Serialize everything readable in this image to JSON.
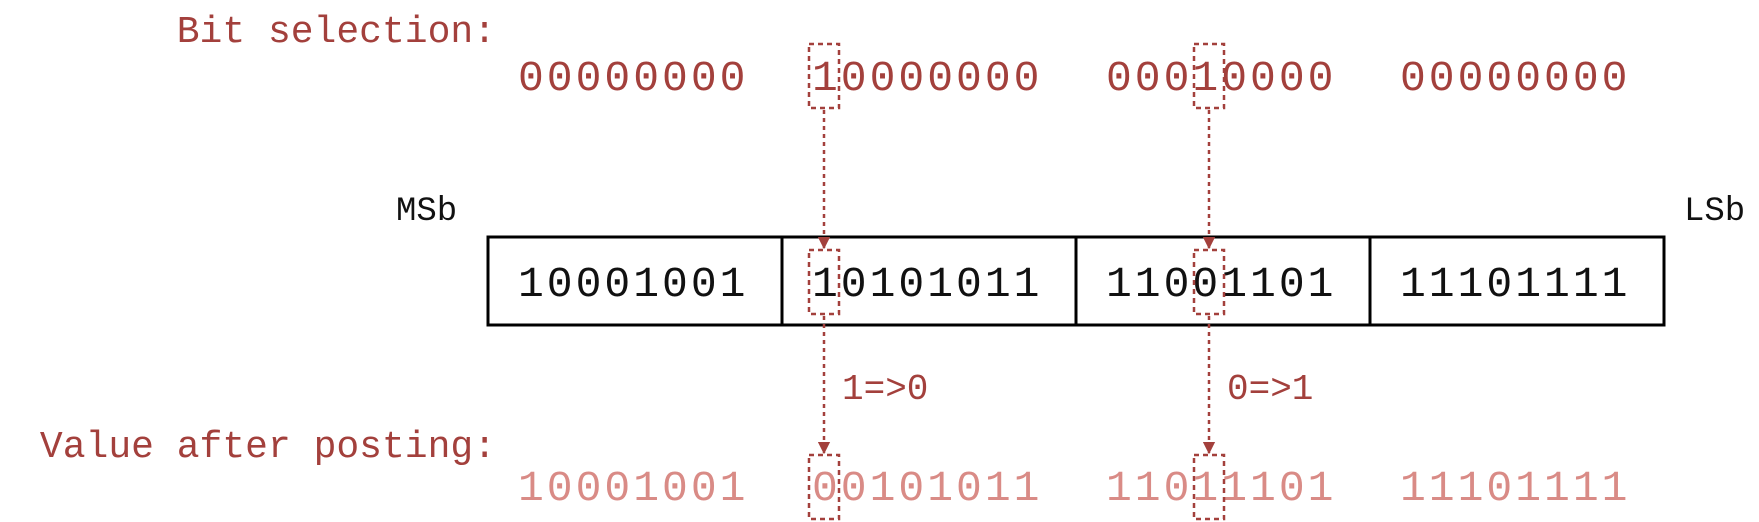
{
  "labels": {
    "bit_selection": "Bit selection:",
    "value_after_posting": "Value after posting:",
    "msb": "MSb",
    "lsb": "LSb"
  },
  "bit_selection_bytes": [
    "00000000",
    "10000000",
    "00010000",
    "00000000"
  ],
  "register_bytes": [
    "10001001",
    "10101011",
    "11001101",
    "11101111"
  ],
  "posted_bytes": [
    "10001001",
    "00101011",
    "11011101",
    "11101111"
  ],
  "transitions": {
    "left": "1=>0",
    "right": "0=>1"
  },
  "colors": {
    "accent": "#a3403c",
    "posted": "#d98b86",
    "register_text": "#111111"
  }
}
